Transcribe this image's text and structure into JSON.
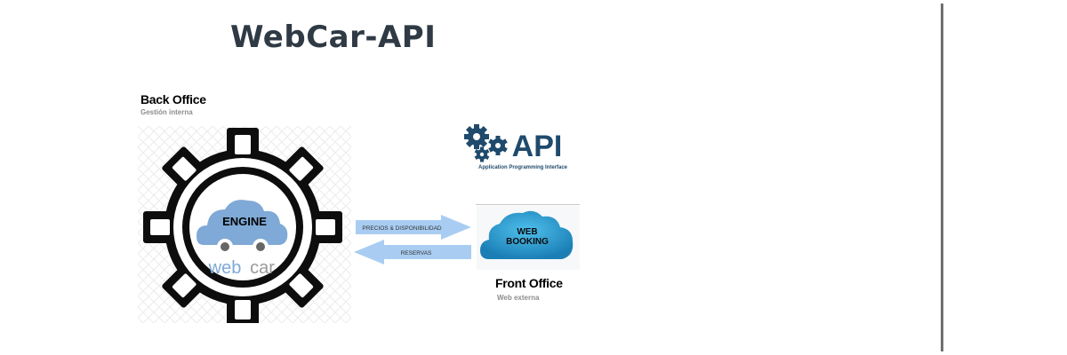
{
  "title": "WebCar-API",
  "back_office": {
    "label": "Back Office",
    "sublabel": "Gestión interna",
    "engine_label": "ENGINE",
    "brand_web": "web",
    "brand_car": "car"
  },
  "api_logo": {
    "text": "API",
    "caption": "Application Programming Interface"
  },
  "arrows": {
    "to_front": "PRECIOS & DISPONIBILIDAD",
    "to_back": "RESERVAS"
  },
  "front_office": {
    "cloud_line1": "WEB",
    "cloud_line2": "BOOKING",
    "label": "Front Office",
    "sublabel": "Web externa"
  },
  "colors": {
    "title": "#2f3a45",
    "gear": "#0d0d0d",
    "cloud_engine": "#7fa9d6",
    "cloud_booking": "#2f9bd0",
    "arrow": "#a9cdf2",
    "api_gear": "#1f4a6c",
    "api_text": "#1f4a6c"
  }
}
